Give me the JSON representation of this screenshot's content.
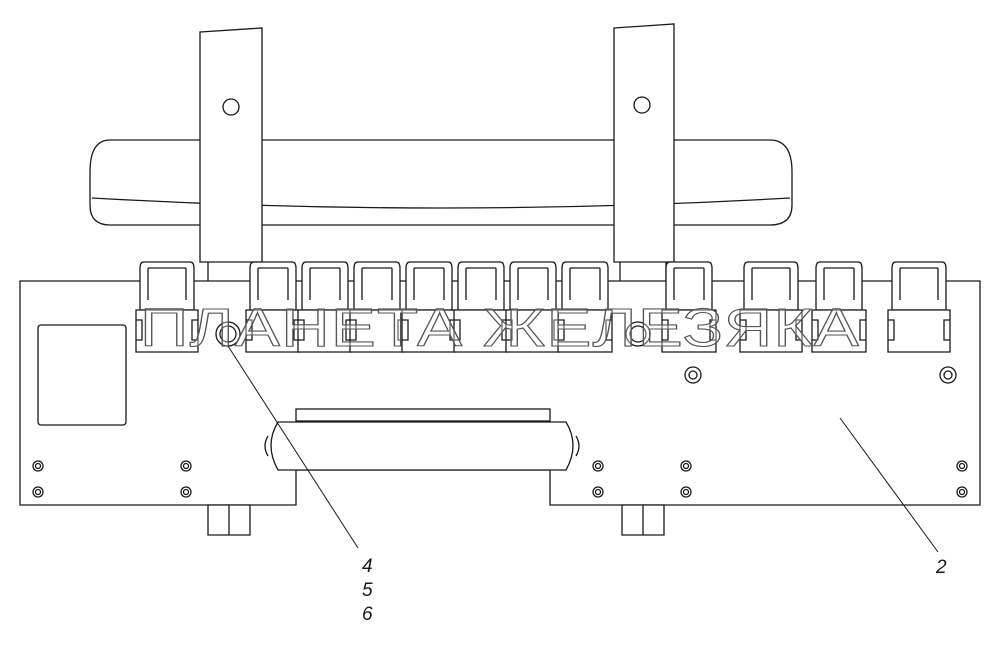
{
  "watermark": {
    "text": "ПЛАНЕТА ЖЕЛЕЗЯКА"
  },
  "callouts": [
    {
      "id": "group-4-5-6",
      "labels": [
        "4",
        "5",
        "6"
      ]
    },
    {
      "id": "part-2",
      "labels": [
        "2"
      ]
    }
  ],
  "colors": {
    "line": "#1a1a1a",
    "background": "#ffffff"
  }
}
